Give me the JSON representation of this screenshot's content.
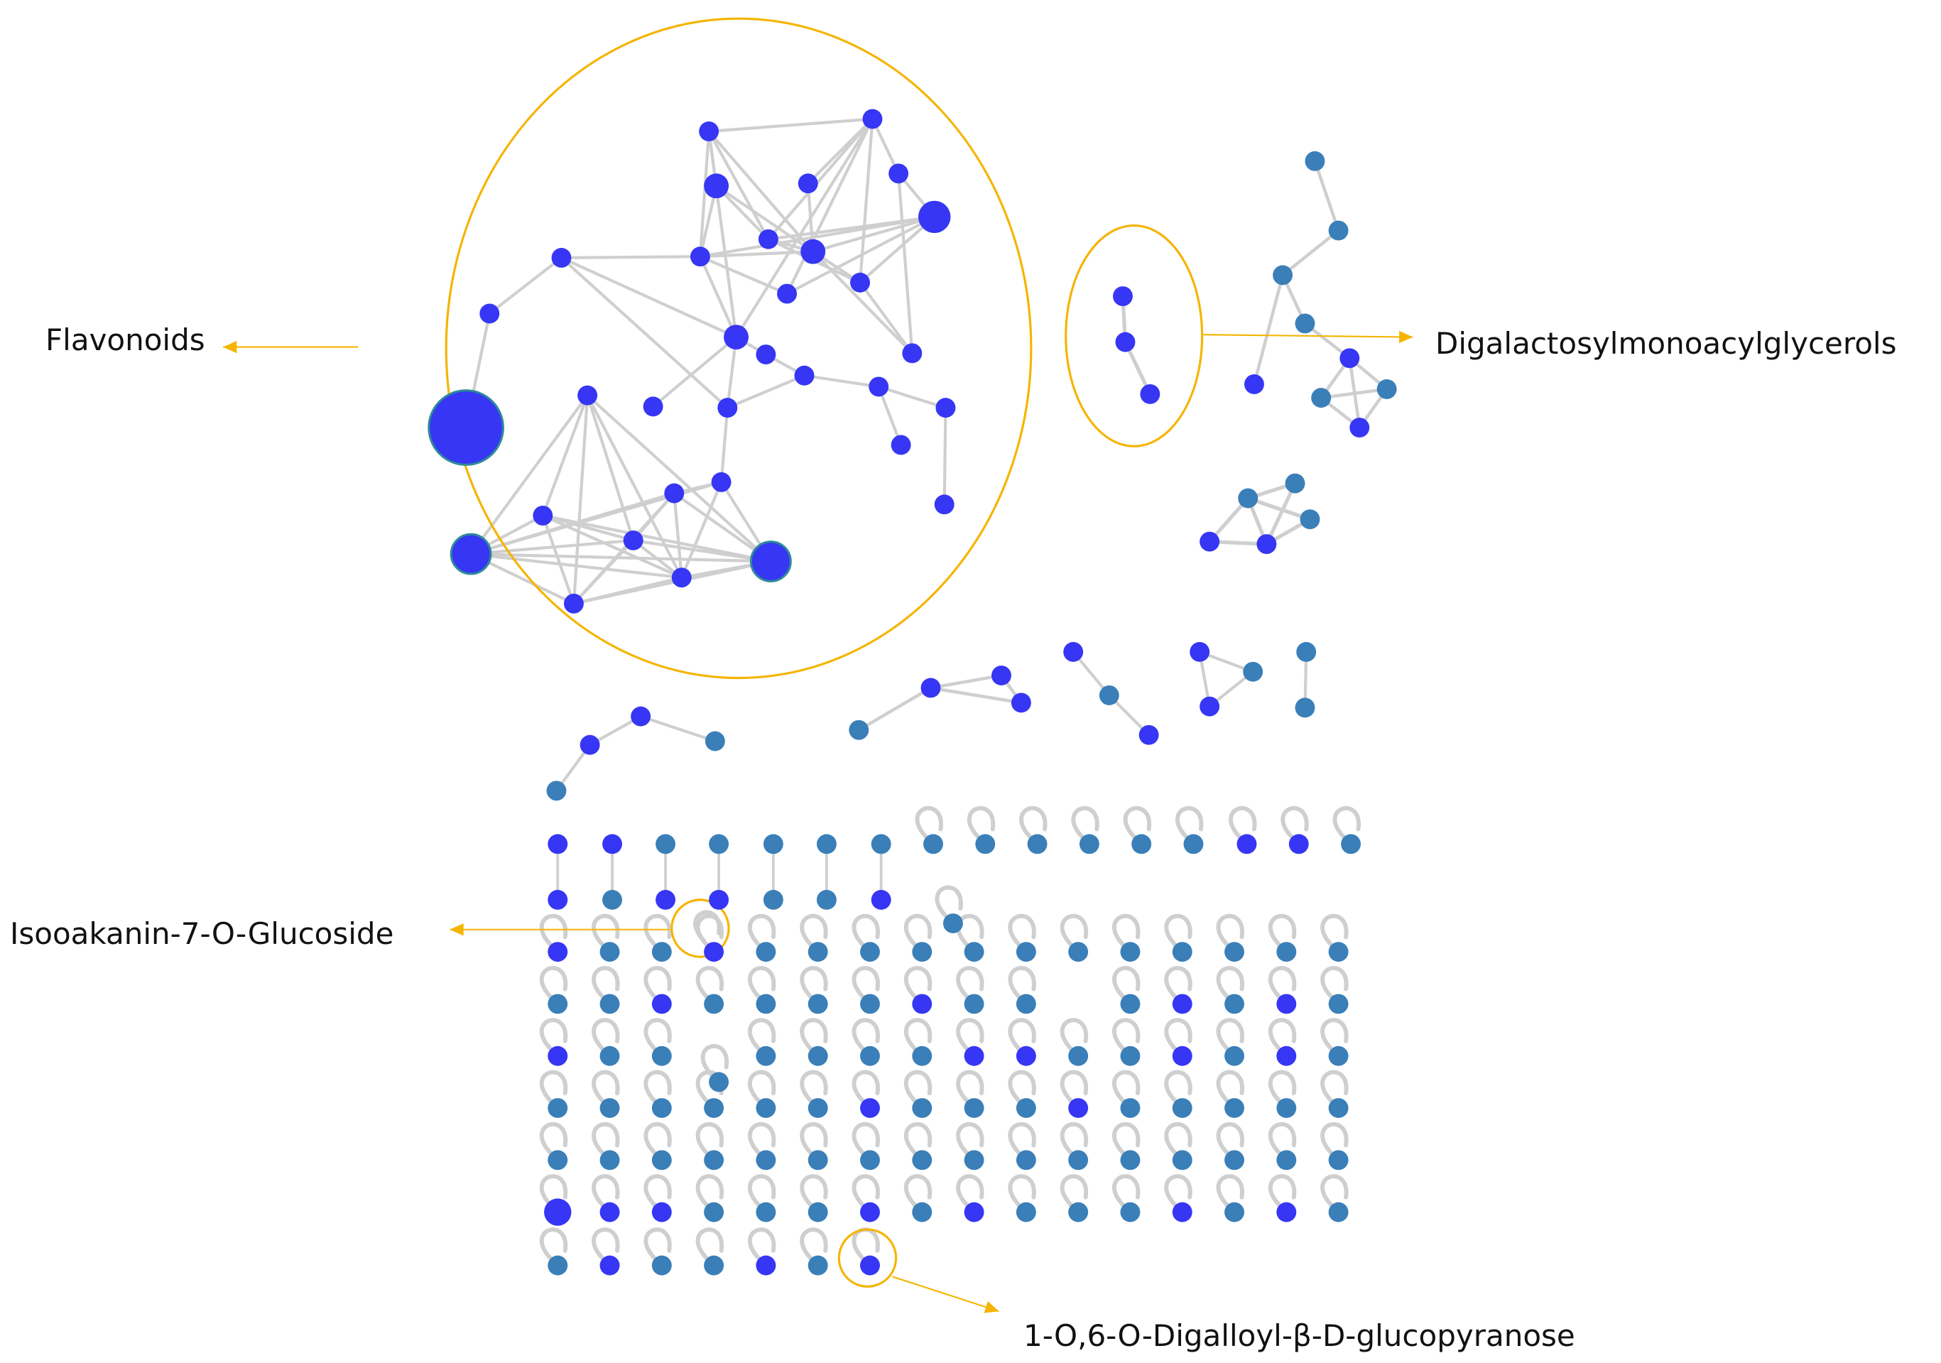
{
  "labels": {
    "flavonoids": "Flavonoids",
    "dgmg": "Digalactosylmonoacylglycerols",
    "isooakanin": "Isooakanin-7-O-Glucoside",
    "digalloyl": "1-O,6-O-Digalloyl-β-D-glucopyranose"
  },
  "colors": {
    "node_primary": "#3636f4",
    "node_secondary": "#3a7fb8",
    "edge": "#cfcfcf",
    "highlight": "#f5b400",
    "node_outline": "#2f8a9a"
  },
  "legend_hint": "blue and steel-blue node colors distinguish feature groups",
  "self_loop_grid": {
    "rows": [
      "-----------SSSSSSPP S",
      "PSSSPSSSSSSSSSSS",
      "SSPSSSSPSSSSPSPS",
      "PSSSSSSSPPSSSPSP",
      "SSSSSSPSSSPSSSSS",
      "SSSSSSSSSSSSSSSS",
      "PPPSSSPSPSSSPSPS",
      "SPSSPSP"
    ]
  }
}
